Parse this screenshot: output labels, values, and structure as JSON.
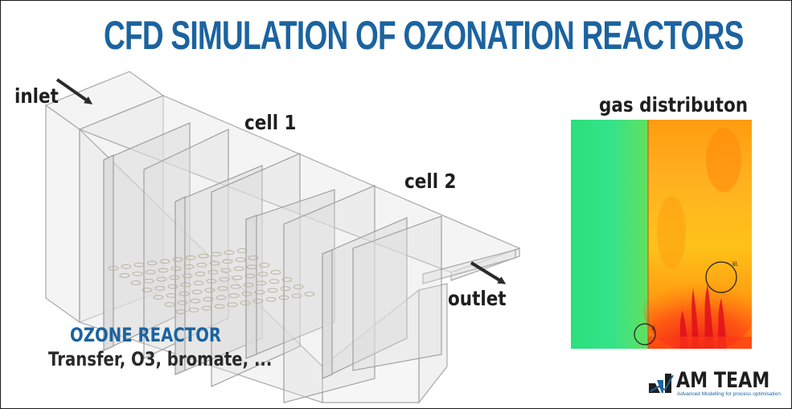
{
  "title": "CFD SIMULATION OF OZONATION REACTORS",
  "labels": {
    "inlet": "inlet",
    "cell1": "cell 1",
    "cell2": "cell 2",
    "outlet": "outlet",
    "gas_distribution": "gas distributon"
  },
  "reactor": {
    "name": "OZONE REACTOR",
    "parameters": "Transfer, O3, bromate, ..."
  },
  "contour": {
    "markers": [
      "ii.",
      "iii."
    ]
  },
  "logo": {
    "name": "AM TEAM",
    "tagline": "Advanced Modelling for process optimisation"
  },
  "colors": {
    "title_blue": "#1b63a0",
    "arrow": "#2b2b2b",
    "tank_edge": "#a8a8a8",
    "tank_fill": "#e9e9e9",
    "gas_low": "#2be07a",
    "gas_mid": "#ffb400",
    "gas_high": "#e8101c"
  }
}
